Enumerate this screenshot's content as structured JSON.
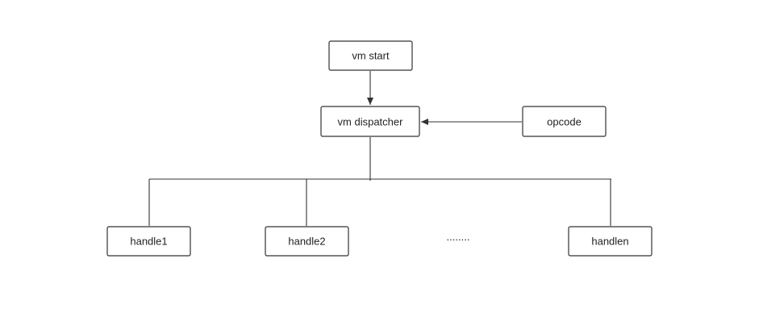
{
  "nodes": {
    "vm_start": "vm  start",
    "vm_dispatcher": "vm  dispatcher",
    "opcode": "opcode",
    "handle1": "handle1",
    "handle2": "handle2",
    "handlen": "handlen"
  },
  "ellipsis": "........"
}
